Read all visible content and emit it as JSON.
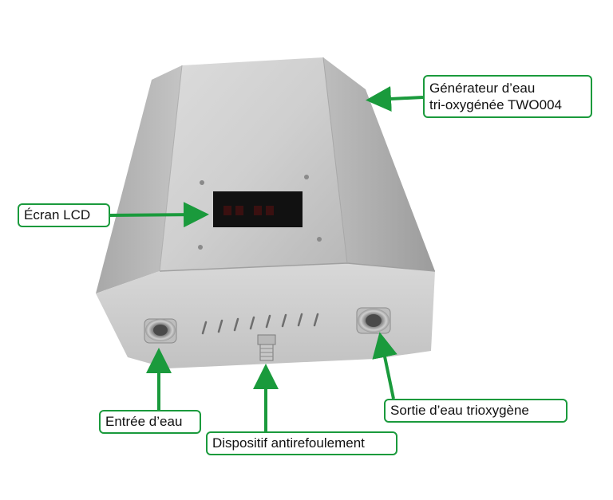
{
  "labels": {
    "generator_line1": "Générateur d’eau",
    "generator_line2": "tri-oxygénée TWO004",
    "lcd": "Écran LCD",
    "inlet": "Entrée d’eau",
    "outlet": "Sortie d’eau trioxygène",
    "backflow": "Dispositif antirefoulement"
  },
  "colors": {
    "accent": "#1a9a3c",
    "device_metal": "#c9c9c9",
    "screen": "#111111"
  }
}
